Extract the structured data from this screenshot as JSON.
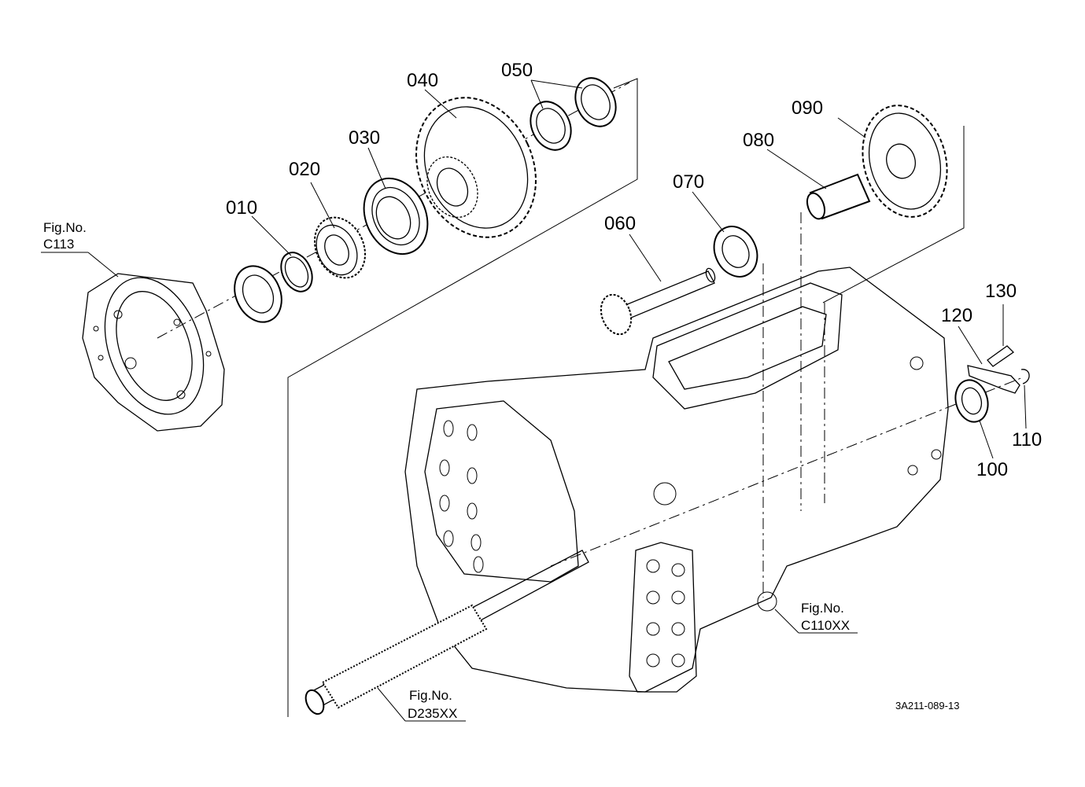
{
  "parts": [
    "010",
    "020",
    "030",
    "040",
    "050",
    "060",
    "070",
    "080",
    "090",
    "100",
    "110",
    "120",
    "130"
  ],
  "fig_refs": [
    {
      "title": "Fig.No.",
      "code": "C113"
    },
    {
      "title": "Fig.No.",
      "code": "C110XX"
    },
    {
      "title": "Fig.No.",
      "code": "D235XX"
    }
  ],
  "doc_id": "3A211-089-13"
}
